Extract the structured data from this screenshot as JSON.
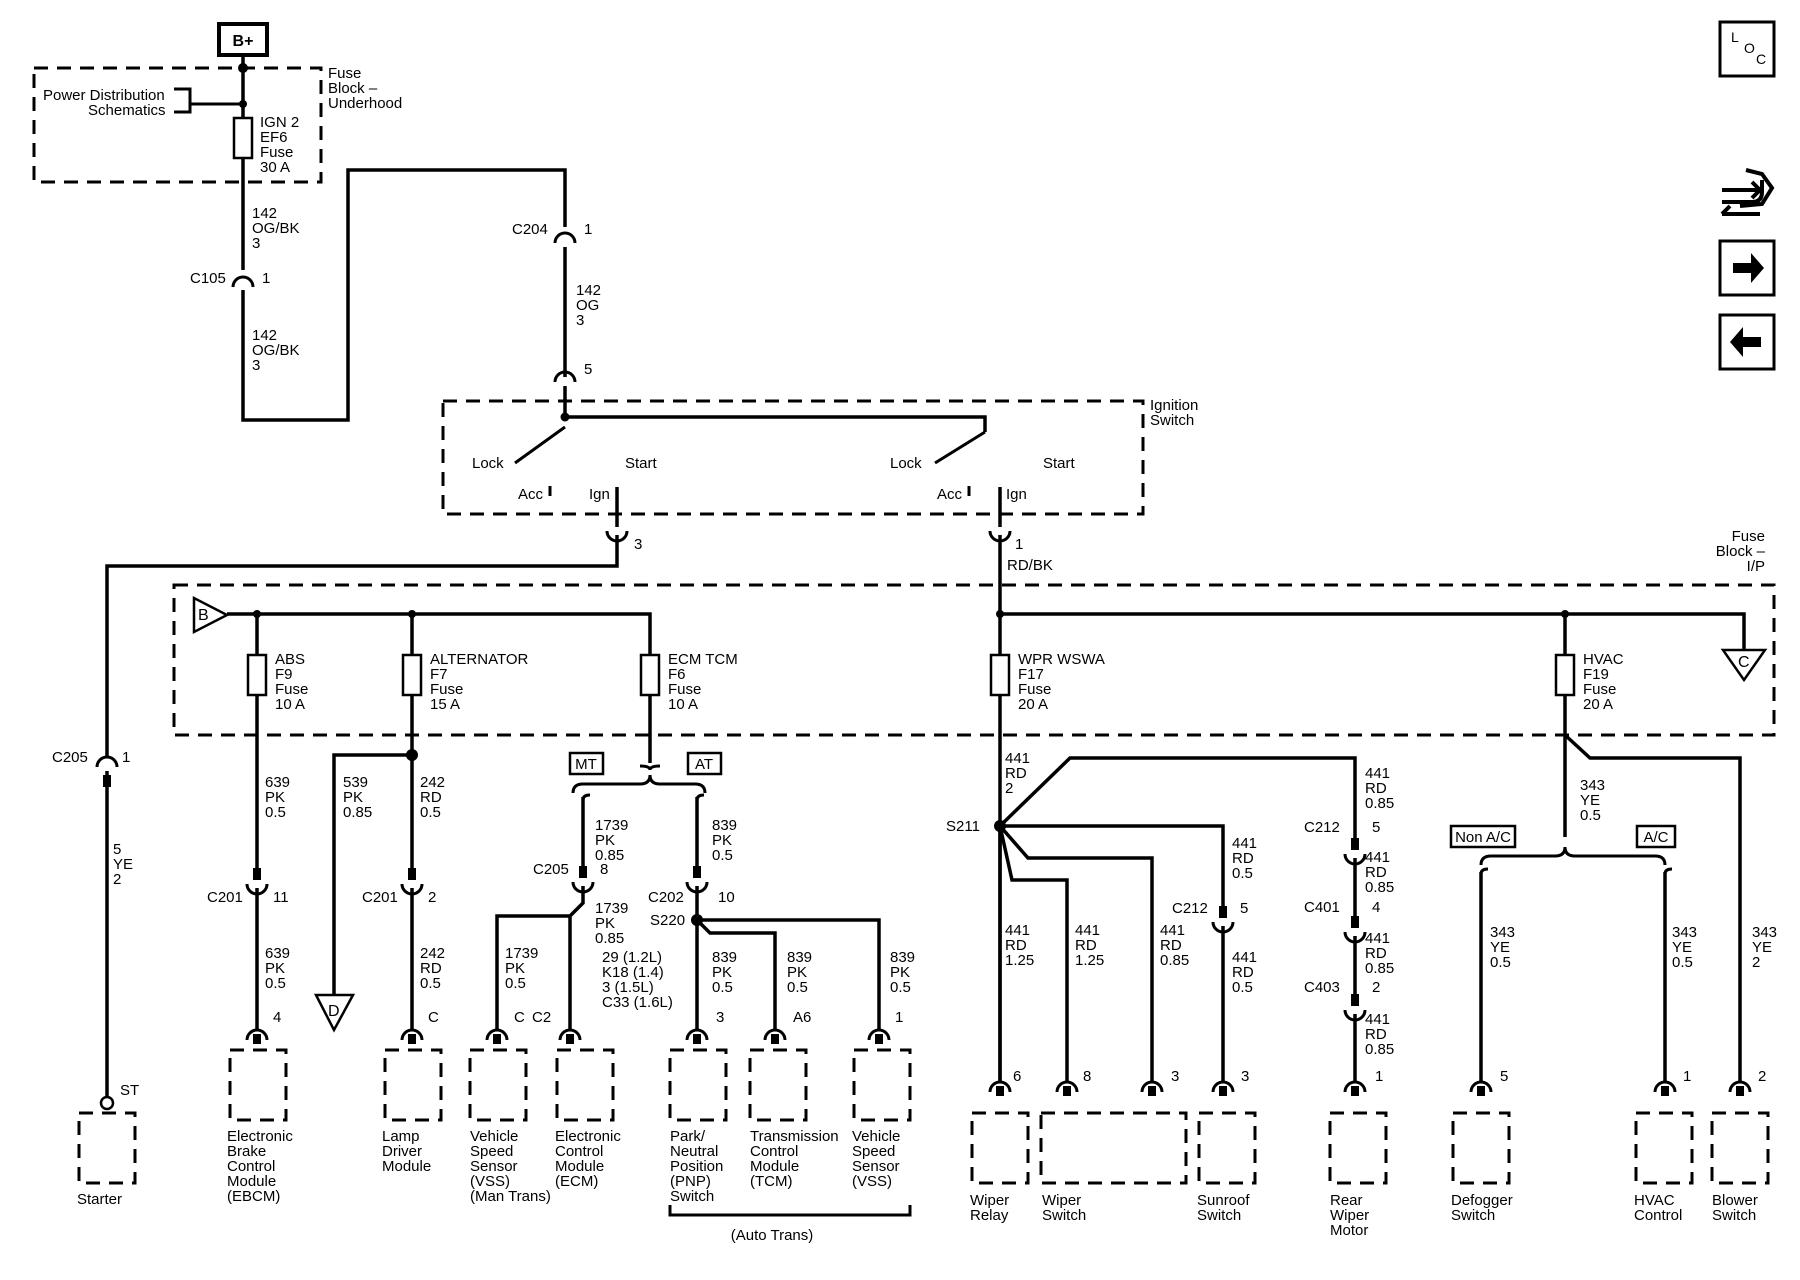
{
  "source": {
    "label": "B+"
  },
  "fuse_block_underhood": {
    "l1": "Fuse",
    "l2": "Block –",
    "l3": "Underhood",
    "pds_l1": "Power Distribution",
    "pds_l2": "Schematics",
    "fuse": {
      "l1": "IGN 2",
      "l2": "EF6",
      "l3": "Fuse",
      "l4": "30 A"
    }
  },
  "ignition_switch": {
    "l1": "Ignition",
    "l2": "Switch",
    "positions": {
      "lock": "Lock",
      "acc": "Acc",
      "ign": "Ign",
      "start": "Start"
    }
  },
  "fuse_block_ip": {
    "l1": "Fuse",
    "l2": "Block –",
    "l3": "I/P",
    "bus_b": "B",
    "bus_c": "C",
    "fuses": [
      {
        "name": "ABS",
        "id": "F9",
        "type": "Fuse",
        "rating": "10 A"
      },
      {
        "name": "ALTERNATOR",
        "id": "F7",
        "type": "Fuse",
        "rating": "15 A"
      },
      {
        "name": "ECM TCM",
        "id": "F6",
        "type": "Fuse",
        "rating": "10 A"
      },
      {
        "name": "WPR WSWA",
        "id": "F17",
        "type": "Fuse",
        "rating": "20 A"
      },
      {
        "name": "HVAC",
        "id": "F19",
        "type": "Fuse",
        "rating": "20 A"
      }
    ]
  },
  "connectors": {
    "c105": "C105",
    "c105_pin": "1",
    "c204": "C204",
    "c204_pin": "1",
    "c204_pin5": "5",
    "ign_pin3": "3",
    "ign_pin1": "1",
    "c205": "C205",
    "c205_pin": "1",
    "c201a": "C201",
    "c201a_pin": "11",
    "c201b": "C201",
    "c201b_pin": "2",
    "c205b": "C205",
    "c205b_pin": "8",
    "c202": "C202",
    "c202_pin": "10",
    "s220": "S220",
    "s211": "S211",
    "c212a": "C212",
    "c212a_pin": "5",
    "c212b": "C212",
    "c212b_pin": "5",
    "c401": "C401",
    "c401_pin": "4",
    "c403": "C403",
    "c403_pin": "2"
  },
  "wires": {
    "w142_ogbk_a": {
      "circuit": "142",
      "color": "OG/BK",
      "size": "3"
    },
    "w142_ogbk_b": {
      "circuit": "142",
      "color": "OG/BK",
      "size": "3"
    },
    "w142_og": {
      "circuit": "142",
      "color": "OG",
      "size": "3"
    },
    "rdbk": {
      "color": "RD/BK"
    },
    "starter": {
      "circuit": "5",
      "color": "YE",
      "size": "2"
    },
    "abs_1": {
      "circuit": "639",
      "color": "PK",
      "size": "0.5"
    },
    "abs_2": {
      "circuit": "639",
      "color": "PK",
      "size": "0.5"
    },
    "alt_d": {
      "circuit": "539",
      "color": "PK",
      "size": "0.85"
    },
    "alt_1": {
      "circuit": "242",
      "color": "RD",
      "size": "0.5"
    },
    "alt_2": {
      "circuit": "242",
      "color": "RD",
      "size": "0.5"
    },
    "mt_1": {
      "circuit": "1739",
      "color": "PK",
      "size": "0.85"
    },
    "mt_2": {
      "circuit": "1739",
      "color": "PK",
      "size": "0.85"
    },
    "mt_vss": {
      "circuit": "1739",
      "color": "PK",
      "size": "0.5"
    },
    "ecm_pins": {
      "l1": "29 (1.2L)",
      "l2": "K18 (1.4)",
      "l3": "3 (1.5L)",
      "l4": "C33 (1.6L)"
    },
    "at_1": {
      "circuit": "839",
      "color": "PK",
      "size": "0.5"
    },
    "at_pnp": {
      "circuit": "839",
      "color": "PK",
      "size": "0.5"
    },
    "at_tcm": {
      "circuit": "839",
      "color": "PK",
      "size": "0.5"
    },
    "at_vss": {
      "circuit": "839",
      "color": "PK",
      "size": "0.5"
    },
    "wpr_main": {
      "circuit": "441",
      "color": "RD",
      "size": "2"
    },
    "wpr_relay": {
      "circuit": "441",
      "color": "RD",
      "size": "1.25"
    },
    "wpr_sw8": {
      "circuit": "441",
      "color": "RD",
      "size": "1.25"
    },
    "wpr_sw3": {
      "circuit": "441",
      "color": "RD",
      "size": "0.85"
    },
    "sun_1": {
      "circuit": "441",
      "color": "RD",
      "size": "0.5"
    },
    "sun_2": {
      "circuit": "441",
      "color": "RD",
      "size": "0.5"
    },
    "rear_1": {
      "circuit": "441",
      "color": "RD",
      "size": "0.85"
    },
    "rear_2": {
      "circuit": "441",
      "color": "RD",
      "size": "0.85"
    },
    "rear_3": {
      "circuit": "441",
      "color": "RD",
      "size": "0.85"
    },
    "rear_4": {
      "circuit": "441",
      "color": "RD",
      "size": "0.85"
    },
    "hvac_main": {
      "circuit": "343",
      "color": "YE",
      "size": "0.5"
    },
    "defog": {
      "circuit": "343",
      "color": "YE",
      "size": "0.5"
    },
    "hvac_ctrl": {
      "circuit": "343",
      "color": "YE",
      "size": "0.5"
    },
    "blower": {
      "circuit": "343",
      "color": "YE",
      "size": "2"
    }
  },
  "options": {
    "mt": "MT",
    "at": "AT",
    "non_ac": "Non A/C",
    "ac": "A/C",
    "auto_trans": "(Auto Trans)"
  },
  "components": {
    "starter": {
      "pin": "ST",
      "l1": "Starter"
    },
    "ebcm": {
      "pin": "4",
      "l1": "Electronic",
      "l2": "Brake",
      "l3": "Control",
      "l4": "Module",
      "l5": "(EBCM)"
    },
    "ground_d": "D",
    "ldm": {
      "pin": "C",
      "l1": "Lamp",
      "l2": "Driver",
      "l3": "Module"
    },
    "vss_mt": {
      "pin": "C",
      "l1": "Vehicle",
      "l2": "Speed",
      "l3": "Sensor",
      "l4": "(VSS)",
      "l5": "(Man Trans)"
    },
    "ecm": {
      "pin": "C2",
      "l1": "Electronic",
      "l2": "Control",
      "l3": "Module",
      "l4": "(ECM)"
    },
    "pnp": {
      "pin": "3",
      "l1": "Park/",
      "l2": "Neutral",
      "l3": "Position",
      "l4": "(PNP)",
      "l5": "Switch"
    },
    "tcm": {
      "pin": "A6",
      "l1": "Transmission",
      "l2": "Control",
      "l3": "Module",
      "l4": "(TCM)"
    },
    "vss_at": {
      "pin": "1",
      "l1": "Vehicle",
      "l2": "Speed",
      "l3": "Sensor",
      "l4": "(VSS)"
    },
    "wiper_relay": {
      "pin": "6",
      "l1": "Wiper",
      "l2": "Relay"
    },
    "wiper_switch": {
      "pin_a": "8",
      "pin_b": "3",
      "l1": "Wiper",
      "l2": "Switch"
    },
    "sunroof": {
      "pin": "3",
      "l1": "Sunroof",
      "l2": "Switch"
    },
    "rear_wiper": {
      "pin": "1",
      "l1": "Rear",
      "l2": "Wiper",
      "l3": "Motor"
    },
    "defogger": {
      "pin": "5",
      "l1": "Defogger",
      "l2": "Switch"
    },
    "hvac_control": {
      "pin": "1",
      "l1": "HVAC",
      "l2": "Control"
    },
    "blower": {
      "pin": "2",
      "l1": "Blower",
      "l2": "Switch"
    }
  },
  "nav": {
    "loc_l": "L",
    "loc_o": "O",
    "loc_c": "C",
    "loc_icon": "loc-icon",
    "connector_icon": "connector-icon",
    "next_icon": "arrow-right-icon",
    "prev_icon": "arrow-left-icon"
  }
}
